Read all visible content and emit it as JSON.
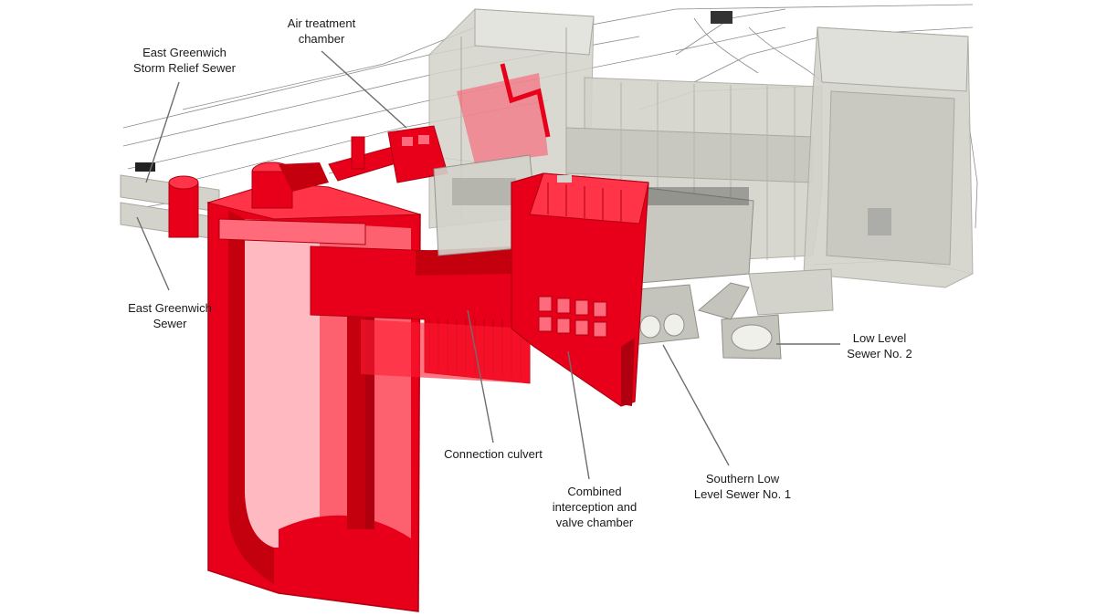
{
  "colors": {
    "structure_red": "#e8001a",
    "structure_red_dark": "#b00010",
    "structure_red_light": "#ff6b7a",
    "existing_grey": "#d3d3cb",
    "existing_grey_dark": "#a9a9a0",
    "line_grey": "#6e6e6e",
    "plan_line": "#8a8a8a"
  },
  "labels": {
    "storm_relief_sewer": "East Greenwich\nStorm Relief Sewer",
    "air_treatment_chamber": "Air treatment\nchamber",
    "east_greenwich_sewer": "East Greenwich\nSewer",
    "low_level_sewer_2": "Low Level\nSewer No. 2",
    "connection_culvert": "Connection culvert",
    "combined_interception": "Combined\ninterception and\nvalve chamber",
    "southern_low_level_sewer_1": "Southern Low\nLevel Sewer No. 1"
  }
}
